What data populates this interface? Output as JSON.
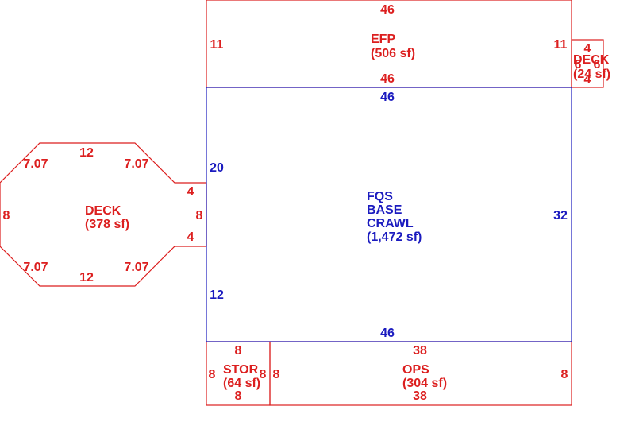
{
  "colors": {
    "red": "#dc1f1f",
    "blue": "#1b1bbf",
    "background": "#ffffff"
  },
  "areas": {
    "efp": {
      "name": "EFP",
      "size": "(506 sf)"
    },
    "deck_small": {
      "name": "DECK",
      "size": "(24 sf)"
    },
    "fqs": {
      "line1": "FQS",
      "line2": "BASE",
      "line3": "CRAWL",
      "size": "(1,472 sf)"
    },
    "deck_octagon": {
      "name": "DECK",
      "size": "(378 sf)"
    },
    "stor": {
      "name": "STOR",
      "size": "(64 sf)"
    },
    "ops": {
      "name": "OPS",
      "size": "(304 sf)"
    }
  },
  "dims": {
    "efp_top": "46",
    "efp_left": "11",
    "efp_right": "11",
    "efp_bottom": "46",
    "deck_small_top": "4",
    "deck_small_left": "6",
    "deck_small_right": "6",
    "deck_small_bottom": "4",
    "fqs_top": "46",
    "fqs_left_upper": "20",
    "fqs_left_lower": "12",
    "fqs_right": "32",
    "fqs_bottom": "46",
    "oct_top": "12",
    "oct_bottom": "12",
    "oct_left": "8",
    "oct_right": "8",
    "oct_tl": "7.07",
    "oct_tr": "7.07",
    "oct_bl": "7.07",
    "oct_br": "7.07",
    "oct_stub_top": "4",
    "oct_stub_bottom": "4",
    "stor_top": "8",
    "stor_left": "8",
    "stor_right": "8",
    "stor_bottom": "8",
    "ops_top": "38",
    "ops_left": "8",
    "ops_right": "8",
    "ops_bottom": "38"
  }
}
